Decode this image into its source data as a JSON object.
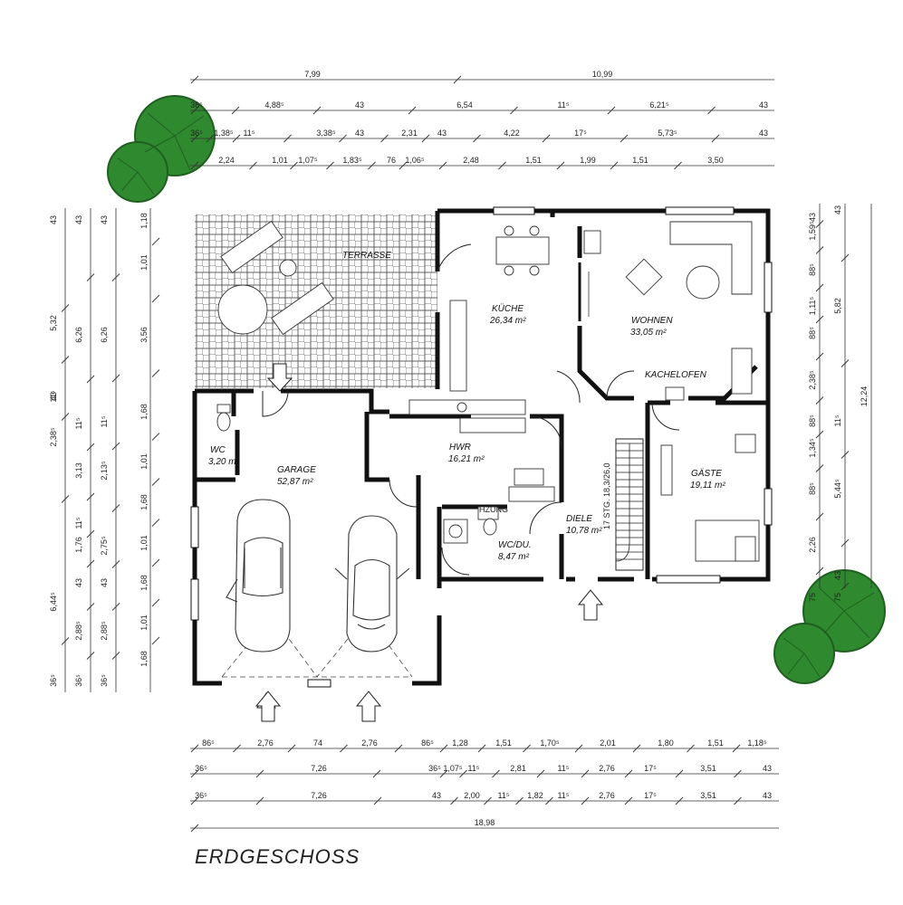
{
  "title": "ERDGESCHOSS",
  "colors": {
    "tree": "#2f8a2f",
    "tree_dark": "#1f5f1f",
    "wall": "#111111"
  },
  "rooms": {
    "terrasse": {
      "name": "TERRASSE"
    },
    "kueche": {
      "name": "KÜCHE",
      "area": "26,34 m²"
    },
    "wohnen": {
      "name": "WOHNEN",
      "area": "33,05 m²"
    },
    "kachelofen": {
      "name": "KACHELOFEN"
    },
    "wc": {
      "name": "WC",
      "area": "3,20 m²"
    },
    "garage": {
      "name": "GARAGE",
      "area": "52,87 m²"
    },
    "hwr": {
      "name": "HWR",
      "area": "16,21 m²"
    },
    "gaeste": {
      "name": "GÄSTE",
      "area": "19,11 m²"
    },
    "wcdu": {
      "name": "WC/DU.",
      "area": "8,47 m²"
    },
    "diele": {
      "name": "DIELE",
      "area": "10,78 m²"
    },
    "stairs": {
      "label": "17 STG. 18,3/26,0"
    },
    "heizung": {
      "label": "HZUNG"
    }
  },
  "dimensions": {
    "top": [
      [
        "7,99",
        "10,99"
      ],
      [
        "36⁵",
        "4,88⁵",
        "43",
        "6,54",
        "11⁵",
        "6,21⁵",
        "43"
      ],
      [
        "36⁵",
        "1,38⁵",
        "11⁵",
        "3,38⁵",
        "43",
        "2,31",
        "43",
        "4,22",
        "17⁵",
        "5,73⁵",
        "43"
      ],
      [
        "2,24",
        "1,01",
        "1,07⁵",
        "1,83⁵",
        "76",
        "1,06⁵",
        "2,48",
        "1,51",
        "1,99",
        "1,51",
        "3,50"
      ]
    ],
    "bottom": [
      [
        "86⁵",
        "2,76",
        "74",
        "2,76",
        "86⁵",
        "1,28",
        "1,51",
        "1,70⁵",
        "2,01",
        "1,80",
        "1,51",
        "1,18⁵"
      ],
      [
        "36⁵",
        "7,26",
        "36⁵",
        "1,07⁵",
        "11⁵",
        "2,81",
        "11⁵",
        "2,76",
        "17⁵",
        "3,51",
        "43"
      ],
      [
        "36⁵",
        "7,26",
        "43",
        "2,00",
        "11⁵",
        "1,82",
        "11⁵",
        "2,76",
        "17⁵",
        "3,51",
        "43"
      ],
      [
        "18,98"
      ]
    ],
    "left": [
      [
        "43",
        "11⁵",
        "6,44⁵",
        "36⁵"
      ],
      [
        "43",
        "6,26",
        "11⁵",
        "3,13",
        "11⁵",
        "1,76",
        "43",
        "2,88⁵",
        "36⁵"
      ],
      [
        "43",
        "6,26",
        "11⁵",
        "2,13⁵",
        "2,75⁵",
        "43",
        "2,88⁵",
        "36⁵"
      ],
      [
        "1,18",
        "1,01",
        "3,56",
        "1,68",
        "1,01",
        "1,68",
        "1,01",
        "1,68",
        "1,01",
        "1,68"
      ],
      [
        "5,32",
        "43",
        "2,38⁵"
      ]
    ],
    "right": [
      [
        "43",
        "1,59⁵",
        "88⁵",
        "1,11⁵",
        "88⁵",
        "2,38⁵",
        "88⁵",
        "1,34⁵",
        "88⁵",
        "2,26",
        "75"
      ],
      [
        "43",
        "5,82",
        "11⁵",
        "5,44⁵",
        "75",
        "43"
      ],
      [
        "12,24"
      ]
    ]
  }
}
